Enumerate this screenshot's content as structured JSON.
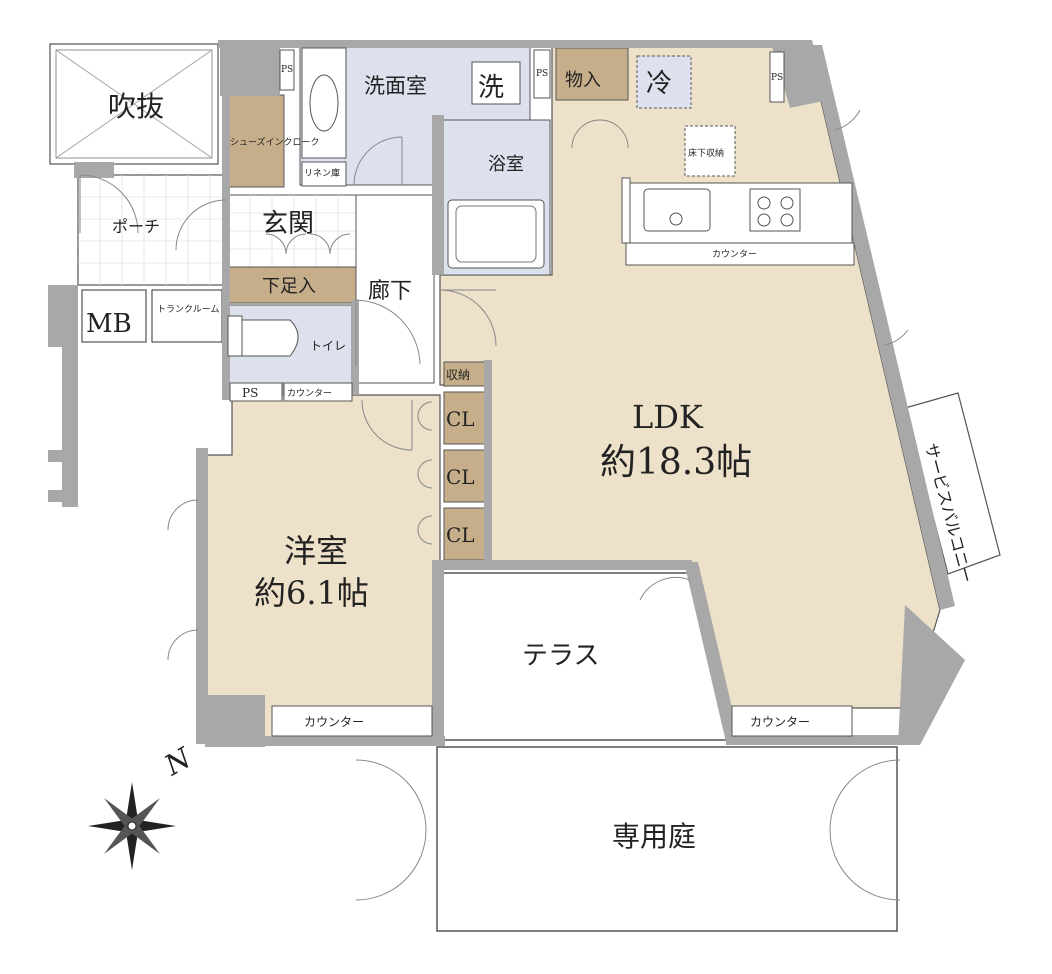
{
  "rooms": {
    "ldk": {
      "name": "LDK",
      "size": "約18.3帖"
    },
    "western": {
      "name": "洋室",
      "size": "約6.1帖"
    },
    "terrace": "テラス",
    "garden": "専用庭",
    "entrance": "玄関",
    "corridor": "廊下",
    "washroom": "洗面室",
    "bath": "浴室",
    "toilet": "トイレ",
    "porch": "ポーチ",
    "void": "吹抜",
    "shoe_closet": "シューズインクローク",
    "under_floor": "床下収納",
    "service_balcony": "サービスバルコニー",
    "trunk_room": "トランクルーム"
  },
  "labels": {
    "wash": "洗",
    "fridge": "冷",
    "storage": "物入",
    "linen": "リネン庫",
    "geta": "下足入",
    "shuno": "収納",
    "cl": "CL",
    "mb": "MB",
    "ps": "PS",
    "counter": "カウンター",
    "north": "N"
  },
  "colors": {
    "wall": "#a8a8a8",
    "tan": "#ede2c9",
    "blue": "#dde1ee",
    "storage": "#c6ae8a",
    "outline": "#555555"
  }
}
